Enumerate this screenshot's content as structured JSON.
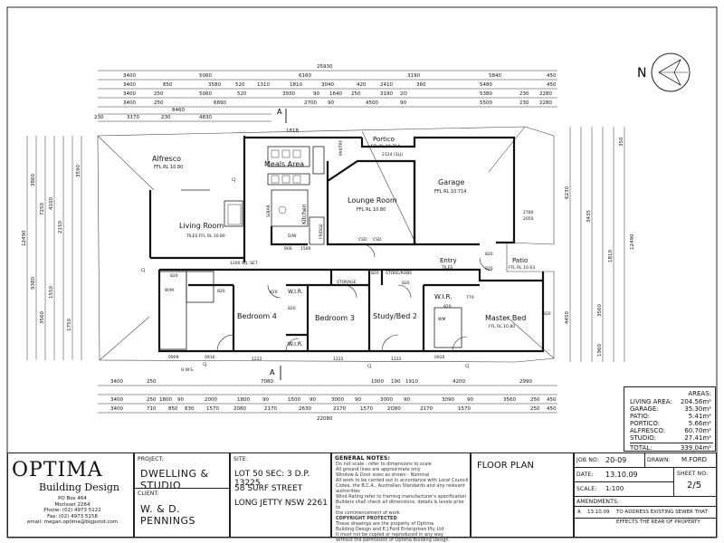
{
  "drawing": {
    "north_label": "N",
    "section_marker": "A",
    "top_dimensions": {
      "overall": "25930",
      "row1": [
        "3400",
        "5060",
        "6160",
        "3190",
        "5840",
        "450"
      ],
      "row2": [
        "3400",
        "850",
        "3580",
        "520",
        "1310",
        "1810",
        "3040",
        "420",
        "2410",
        "360",
        "5480",
        "450"
      ],
      "row3": [
        "3400",
        "250",
        "5060",
        "520",
        "3930",
        "90",
        "1640",
        "250",
        "3190",
        "2O",
        "5380",
        "230",
        "2280"
      ],
      "row4": [
        "3400",
        "250",
        "6890",
        "2700",
        "90",
        "4500",
        "90",
        "5500",
        "230",
        "2280"
      ],
      "row5": [
        "8460"
      ],
      "row6": [
        "230",
        "3170",
        "230",
        "4830"
      ],
      "porch_width": "1818"
    },
    "bottom_dimensions": {
      "overall": "22080",
      "row1": [
        "3400",
        "250",
        "7080",
        "1000",
        "190",
        "1910",
        "4200",
        "2990"
      ],
      "row2": [
        "3400",
        "250",
        "1800",
        "90",
        "2000",
        "1800",
        "90",
        "1500",
        "90",
        "3000",
        "90",
        "3000",
        "90",
        "3090",
        "90",
        "3560",
        "250",
        "450"
      ],
      "row3": [
        "3400",
        "710",
        "850",
        "830",
        "1570",
        "2080",
        "2170",
        "2630",
        "2170",
        "1570",
        "2O80",
        "2170",
        "1570",
        "250",
        "450"
      ]
    },
    "left_dimensions": [
      "12490",
      "9380",
      "3860",
      "7250",
      "3560",
      "1550",
      "4100",
      "2150",
      "1750",
      "3590"
    ],
    "right_dimensions": [
      "6230",
      "12490",
      "4450",
      "3435",
      "3560",
      "1960",
      "1810",
      "350"
    ],
    "rooms": [
      {
        "name": "Alfresco",
        "sub": "FFL RL 10.80"
      },
      {
        "name": "Meals Area",
        "sub": ""
      },
      {
        "name": "Lounge Room",
        "sub": "FFL RL 10.80"
      },
      {
        "name": "Garage",
        "sub": "FFL RL 10.714"
      },
      {
        "name": "Portico",
        "sub": "FFL RL 10.714"
      },
      {
        "name": "Living Room",
        "sub": "TILES FFL RL 10.80"
      },
      {
        "name": "Kitchen",
        "sub": ""
      },
      {
        "name": "Entry",
        "sub": "TILES"
      },
      {
        "name": "Patio",
        "sub": "FFL RL 10.63"
      },
      {
        "name": "Bedroom 4",
        "sub": ""
      },
      {
        "name": "Bedroom 3",
        "sub": ""
      },
      {
        "name": "Study/Bed 2",
        "sub": ""
      },
      {
        "name": "Master Bed",
        "sub": "FFL RL 10.80"
      },
      {
        "name": "W.I.R.",
        "sub": ""
      },
      {
        "name": "W.I.R.",
        "sub": ""
      },
      {
        "name": "W.I.R.",
        "sub": ""
      },
      {
        "name": "STORAGE",
        "sub": ""
      },
      {
        "name": "STORE/ROBE",
        "sub": ""
      }
    ],
    "tags": [
      "820",
      "820",
      "820",
      "820",
      "820",
      "820",
      "820",
      "820",
      "820",
      "820",
      "770",
      "1200 SQ. SET",
      "CJ",
      "CJ",
      "CJ",
      "CJ",
      "CJ",
      "1222",
      "1222",
      "1222",
      "900",
      "1500",
      "2050",
      "2780",
      "2124 (3LJ)",
      "CSD",
      "CSD",
      "H.W.S.",
      "0909",
      "0916",
      "0916",
      "PANTRY",
      "W/M",
      "WM",
      "D/W",
      "S/BAR",
      "FRIDGE"
    ]
  },
  "areas": {
    "title": "AREAS:",
    "rows": [
      {
        "label": "LIVING AREA:",
        "value": "204.56m²"
      },
      {
        "label": "GARAGE:",
        "value": "35.30m²"
      },
      {
        "label": "PATIO:",
        "value": "5.41m²"
      },
      {
        "label": "PORTICO:",
        "value": "5.66m²"
      },
      {
        "label": "ALFRESCO:",
        "value": "60.70m²"
      },
      {
        "label": "STUDIO:",
        "value": "27.41m²"
      }
    ],
    "total_label": "TOTAL:",
    "total_value": "339.04m²"
  },
  "title_block": {
    "company_name": "OPTIMA",
    "company_tagline": "Building Design",
    "company_address": [
      "PO Box 464",
      "Morisset 2264",
      "Phone: (02) 4973 5122",
      "Fax: (02) 4973 5158",
      "email: megan.optima@bigpond.com"
    ],
    "project_label": "PROJECT:",
    "project_value": "DWELLING & STUDIO",
    "client_label": "CLIENT:",
    "client_value": "W. & D. PENNINGS",
    "site_label": "SITE:",
    "site_lines": [
      "LOT 50 SEC: 3 D.P. 13225",
      "58 SURF STREET",
      "LONG JETTY NSW 2261"
    ],
    "notes_title": "GENERAL NOTES:",
    "notes": [
      "Do not scale - refer to dimensions to scale",
      "All ground lines are approximate only",
      "Window & Door sizes as shown - Nominal",
      "All work to be carried out in accordance with Local Council",
      "Codes, the B.C.A., Australian Standards and any relevant",
      "authorities",
      "Wind Rating refer to framing manufacturer's specification",
      "Builders shall check all dimensions, details & levels prior to",
      "the commencement of work",
      "COPYRIGHT PROTECTED",
      "These drawings are the property of Optima",
      "Building Design and E.J.Ford Enterprises Pty Ltd",
      "It must not be copied or reproduced in any way",
      "without the permission of Optima Building Design."
    ],
    "drawing_type": "FLOOR PLAN",
    "job_no_label": "JOB NO:",
    "job_no_value": "20-09",
    "drawn_label": "DRAWN:",
    "drawn_value": "M.FORD",
    "date_label": "DATE:",
    "date_value": "13.10.09",
    "sheet_label": "SHEET NO:",
    "sheet_value": "2/5",
    "scale_label": "SCALE:",
    "scale_value": "1:100",
    "amendments_label": "AMENDMENTS:",
    "amendments": [
      {
        "rev": "A",
        "date": "13.10.09",
        "text": "TO ADDRESS EXISTING SEWER THAT",
        "text2": "EFFECTS THE REAR OF PROPERTY"
      }
    ]
  }
}
